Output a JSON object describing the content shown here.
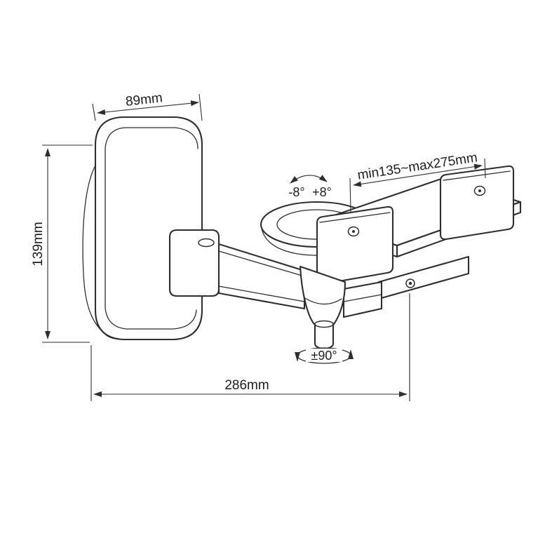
{
  "page": {
    "background": "#ffffff",
    "line_color": "#2e2e2e",
    "text_color": "#1d1d1d"
  },
  "diagram": {
    "labels": {
      "width": "89mm",
      "height": "139mm",
      "depth": "286mm",
      "clamp_range": "min135~max275mm",
      "tilt_negative": "-8°",
      "tilt_positive": "+8°",
      "swivel_range": "±90°"
    }
  }
}
